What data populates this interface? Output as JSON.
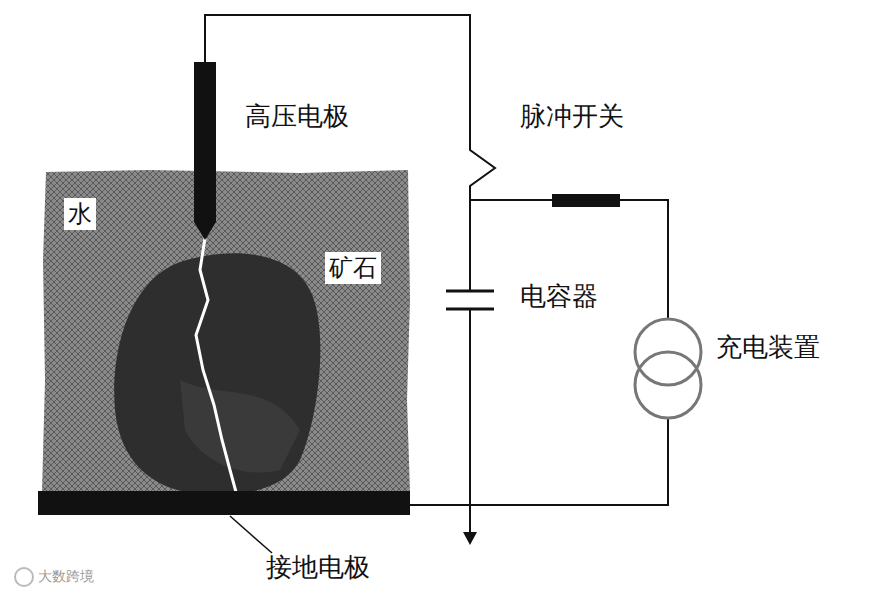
{
  "diagram": {
    "labels": [
      "高压电极",
      "脉冲开关",
      "水",
      "矿石",
      "电容器",
      "充电装置",
      "接地电极",
      "大数跨境"
    ]
  }
}
